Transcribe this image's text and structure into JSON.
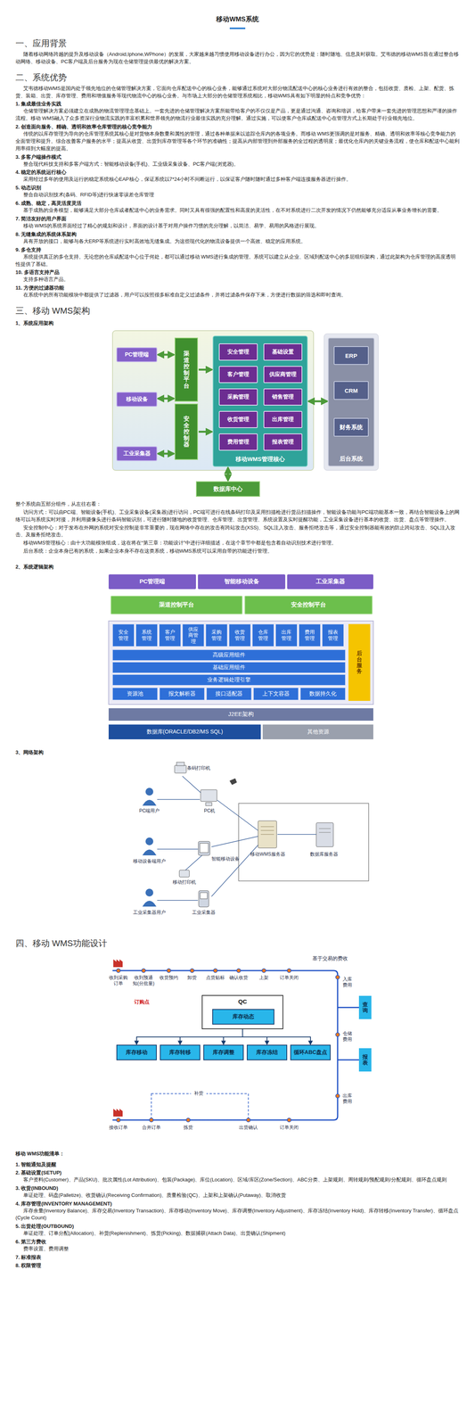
{
  "diagram": {
    "title": "移动WMS系统",
    "nodes": [
      {
        "text": [
          "PC管理端"
        ]
      },
      {
        "text": [
          "移动设备"
        ]
      },
      {
        "text": [
          "工业采集器"
        ]
      },
      {
        "text": [
          "渠道控制平台"
        ]
      },
      {
        "text": [
          "安全控制器"
        ]
      },
      {
        "text": [
          "移动WMS管理核心"
        ]
      },
      {
        "text": [
          "安全管理"
        ],
        "in": 5
      },
      {
        "text": [
          "基础设置"
        ],
        "in": 5
      },
      {
        "text": [
          "客户管理"
        ],
        "in": 5
      },
      {
        "text": [
          "供应商管理"
        ],
        "in": 5
      },
      {
        "text": [
          "采购管理"
        ],
        "in": 5
      },
      {
        "text": [
          "销售管理"
        ],
        "in": 5
      },
      {
        "text": [
          "收货管理"
        ],
        "in": 5
      },
      {
        "text": [
          "出库管理"
        ],
        "in": 5
      },
      {
        "text": [
          "费用管理"
        ],
        "in": 5
      },
      {
        "text": [
          "报表管理"
        ],
        "in": 5
      },
      {
        "text": [
          "后台系统"
        ]
      },
      {
        "text": [
          "ERP"
        ],
        "in": 16
      },
      {
        "text": [
          "CRM"
        ],
        "in": 16
      },
      {
        "text": [
          "财务系统"
        ],
        "in": 16
      },
      {
        "text": [
          "数据库中心"
        ]
      },
      {
        "text": [
          "PC管理端"
        ]
      },
      {
        "text": [
          "智能移动设备"
        ]
      },
      {
        "text": [
          "工业采集器"
        ]
      },
      {
        "text": [
          "渠道控制平台"
        ]
      },
      {
        "text": [
          "安全控制平台"
        ]
      },
      {
        "text": [
          "安全管理"
        ]
      },
      {
        "text": [
          "系统管理"
        ]
      },
      {
        "text": [
          "客户管理"
        ]
      },
      {
        "text": [
          "供应商管理"
        ]
      },
      {
        "text": [
          "采购管理"
        ]
      },
      {
        "text": [
          "收货管理"
        ]
      },
      {
        "text": [
          "仓库管理"
        ]
      },
      {
        "text": [
          "出库管理"
        ]
      },
      {
        "text": [
          "费用管理"
        ]
      },
      {
        "text": [
          "报表管理"
        ]
      },
      {
        "text": [
          "后台服务"
        ]
      },
      {
        "text": [
          "高级应用组件"
        ]
      },
      {
        "text": [
          "基础应用组件"
        ]
      },
      {
        "text": [
          "业务逻辑处理引擎"
        ]
      },
      {
        "text": [
          "资源池"
        ]
      },
      {
        "text": [
          "报文解析器"
        ]
      },
      {
        "text": [
          "接口适配器"
        ]
      },
      {
        "text": [
          "上下文容器"
        ]
      },
      {
        "text": [
          "数据持久化"
        ]
      },
      {
        "text": [
          "J2EE架构"
        ]
      },
      {
        "text": [
          "数据库(ORACLE/DB2/MS SQL)"
        ]
      },
      {
        "text": [
          "其他资源"
        ]
      },
      {
        "text": [
          "QC"
        ]
      },
      {
        "text": [
          "库存动态"
        ],
        "in": 48
      },
      {
        "text": [
          "库存移动"
        ]
      },
      {
        "text": [
          "库存转移"
        ]
      },
      {
        "text": [
          "库存调整"
        ]
      },
      {
        "text": [
          "库存冻结"
        ]
      },
      {
        "text": [
          "循环ABC盘点"
        ]
      },
      {
        "text": [
          "查询"
        ]
      },
      {
        "text": [
          "报表"
        ]
      }
    ],
    "edges": [
      {
        "from": 0,
        "to": 3,
        "arrow": "both"
      },
      {
        "from": 1,
        "to": 3,
        "arrow": "both"
      },
      {
        "from": 2,
        "to": 4,
        "arrow": "both"
      },
      {
        "from": 3,
        "to": 5,
        "arrow": "to"
      },
      {
        "from": 4,
        "to": 5,
        "arrow": "to"
      },
      {
        "from": 5,
        "to": 16,
        "arrow": "both"
      },
      {
        "from": 5,
        "to": 20,
        "arrow": "both"
      },
      {
        "from": 48,
        "to": 50,
        "arrow": "to"
      },
      {
        "from": 48,
        "to": 51,
        "arrow": "to"
      },
      {
        "from": 48,
        "to": 52,
        "arrow": "to"
      },
      {
        "from": 48,
        "to": 53,
        "arrow": "to"
      },
      {
        "from": 48,
        "to": 54,
        "arrow": "to"
      }
    ],
    "labels": [
      "一、应用背景",
      "随着移动网络跨越的提升及移动设备（Android,Iphone,WPhone）的发展，大家越来越习惯使用移动设备进行办公，因为它的优势是：随时随地、信息及时获取。艾韦德的移动WMS旨在通过整合移动网络、移动设备、PC客户端及后台服务为现在仓储管理提供最优的解决方案。",
      "二、系统优势",
      "艾韦德移动WMS是国内处于领先地位的仓储管理解决方案，它面向仓库配送中心的核心业务，能够通过系统对大部分物流配送中心的核心业务进行有效的整合，包括收货、质检、上架、配货、拣货、装箱、出货、库存管理、费用和增值服务等现代物流中心的核心业务。与市场上大部分的仓储管理系统相比，移动WMS具有如下明显的特点和竞争优势：",
      "1. 集成最佳业务实践",
      "仓储管理解决方案必须建立在成熟的物流管理理念基础上。一套先进的仓储管理解决方案所能带给客户的不仅仅是产品，更是通过沟通、咨询和培训，给客户带来一套先进的管理思想和严谨的操作流程。移动 WMS融入了众多资深行业物流实践的丰富积累和世界领先的物流行业最佳实践的充分理解。通过实施，可以使客户仓库或配送中心在管理方式上长期处于行业领先地位。",
      "2. 创造面向服务、精确、透明和效率仓库管理的核心竞争能力",
      "传统的以库存管理为导向的仓库管理系统其核心是对货物本身数量和属性的管理，通过各种单据来以追踪仓库内的各项业务。而移动 WMS更强调的是对服务、精确、透明和效率等核心竞争能力的全面管理和提升。综合改善客户服务的水平；提高从收货、出货到库存管理等各个环节的准确性；提高从内部管理到外部服务的全过程的透明度；最优化仓库内的关键业务流程，使仓库和配送中心能利用率得到大幅度的提高。",
      "3. 多客户端操作模式",
      "整合现代科技支持和多客户端方式：智能移动设备(手机)、工业级采集设备、PC客户端(浏览器)。",
      "4. 稳定的系统运行核心",
      "采用经过多年的使用及运行的稳定系统核心EAP核心，保证系统以7*24小时不间断运行，以保证客户随时随时通过多种客户端连接服务器进行操作。",
      "5. 动态识别",
      "整合自动识别技术(条码、RFID等)进行快速零误差仓库管理",
      "6. 成熟、稳定，高灵活度灵活",
      "基于成熟的业务模型，能够满足大部分仓库或者配送中心的业务需求。同时又具有很强的配置性和高度的灵活性，在不对系统进行二次开发的情况下仍然能够充分适应从事业务增长的需要。",
      "7. 简洁友好的用户界面",
      "移动 WMS的系统界面经过了精心的规划和设计，界面的设计基于对用户操作习惯的充分理解，以简洁、易学、易用的风格进行展现。",
      "8. 无缝集成的系统体系架构",
      "具有开放的接口，能够与各大ERP等系统进行实时高效地无缝集成。为这些现代化的物流设备提供一个高效、稳定的应用系统。",
      "9. 多仓支持",
      "系统提供真正的多仓支持。无论您的仓库或配送中心位于何处，都可以通过移动 WMS进行集成的管理。系统可以建立从企业、区域到配送中心的多层组织架构，通过此架构为仓库管理的高度透明性提供了基础。",
      "10. 多语言支持产品",
      "支持多种语言产品。",
      "11. 方便的过滤器功能",
      "在系统中的所有功能模块中都提供了过滤器，用户可以按照很多标准自定义过滤条件，并将过滤条件保存下来，方便进行数据的筛选和即时查询。",
      "三、移动 WMS架构",
      "1、系统应用架构",
      "整个系统由五部分组件，从左往右看：",
      "访问方式：可以由PC端、智能设备(手机)、工业采集设备(采集器)进行访问，PC端可进行在线条码打印及采用扫描枪进行货品扫描操作，智能设备功能与PC端功能基本一致，再结合智能设备上的网络可以与系统实时对接，并利用摄像头进行条码智能识别，可进行随时随地的收货管理、仓库管理、出货管理、系统设置及实时提醒功能，工业采集设备进行基本的收货、出货、盘点等管理操作。",
      "安全控制中心：对于发布在外网的系统对安全控制是非常重要的，现在网络中存在的攻击有跨站攻击(XSS)、SQL注入攻击、服务拒绝攻击等，通过安全控制器能有效的防止跨站攻击、SQL注入攻击、及服务拒绝攻击。",
      "移动WMS管理核心：由十大功能模块组成，这在将在“第三章：功能设计”中进行详细描述，在这个章节中都是包含着自动识别技术进行管理。",
      "后台系统：企业本身已有的系统，如果企业本身不存在这类系统，移动WMS系统可以采用自带的功能进行管理。",
      "2、系统逻辑架构",
      "3、网络架构",
      "条码打印机",
      "PC端用户",
      "PC机",
      "移动设备端用户",
      "智能移动设备",
      "移动打印机",
      "工业采集器用户",
      "工业采集器",
      "移动WMS服务器",
      "数据库服务器",
      "四、移动 WMS功能设计",
      "基于交易的费收",
      "收到采购订单",
      "收到预通知(分批量)",
      "收货预约",
      "卸货",
      "点货贴标",
      "确认收货",
      "上架",
      "订单关闭",
      "订购点",
      "入库费用",
      "仓储费用",
      "出库费用",
      "接收订单",
      "合并订单",
      "补货",
      "拣货",
      "出货确认",
      "订单关闭",
      "移动 WMS功能清单：",
      "1. 智能通知及提醒",
      "2. 基础设置(SETUP)",
      "客户资料(Customer)、产品(SKU)、批次属性(Lot Attribution)、包装(Package)、库位(Location)、区域/库区(Zone/Section)、ABC分类、上架规则、周转规则/预配规则/分配规则、循环盘点规则",
      "3. 收货(INBOUND)",
      "单证处理、码盘(Palletize)、收货确认(Receiving Confirmation)、质量检验(QC)、上架和上架确认(Putaway)、取消收货",
      "4. 库存管理(INVENTORY MANAGEMENT)",
      "库存余量(Inventory Balance)、库存交易(Inventory Transaction)、库存移动(Inventory Move)、库存调整(Inventory Adjustment)、库存冻结(Inventory Hold)、库存转移(Inventory Transfer)、循环盘点(Cycle Count)",
      "5. 出货处理(OUTBOUND)",
      "单证处理、订单分配(Allocation)、补货(Replenishment)、拣货(Picking)、数据捕获(Attach Data)、出货确认(Shipment)",
      "6. 第三方费收",
      "费率设置、费用调整",
      "7. 标准报表",
      "8. 权限管理"
    ]
  }
}
